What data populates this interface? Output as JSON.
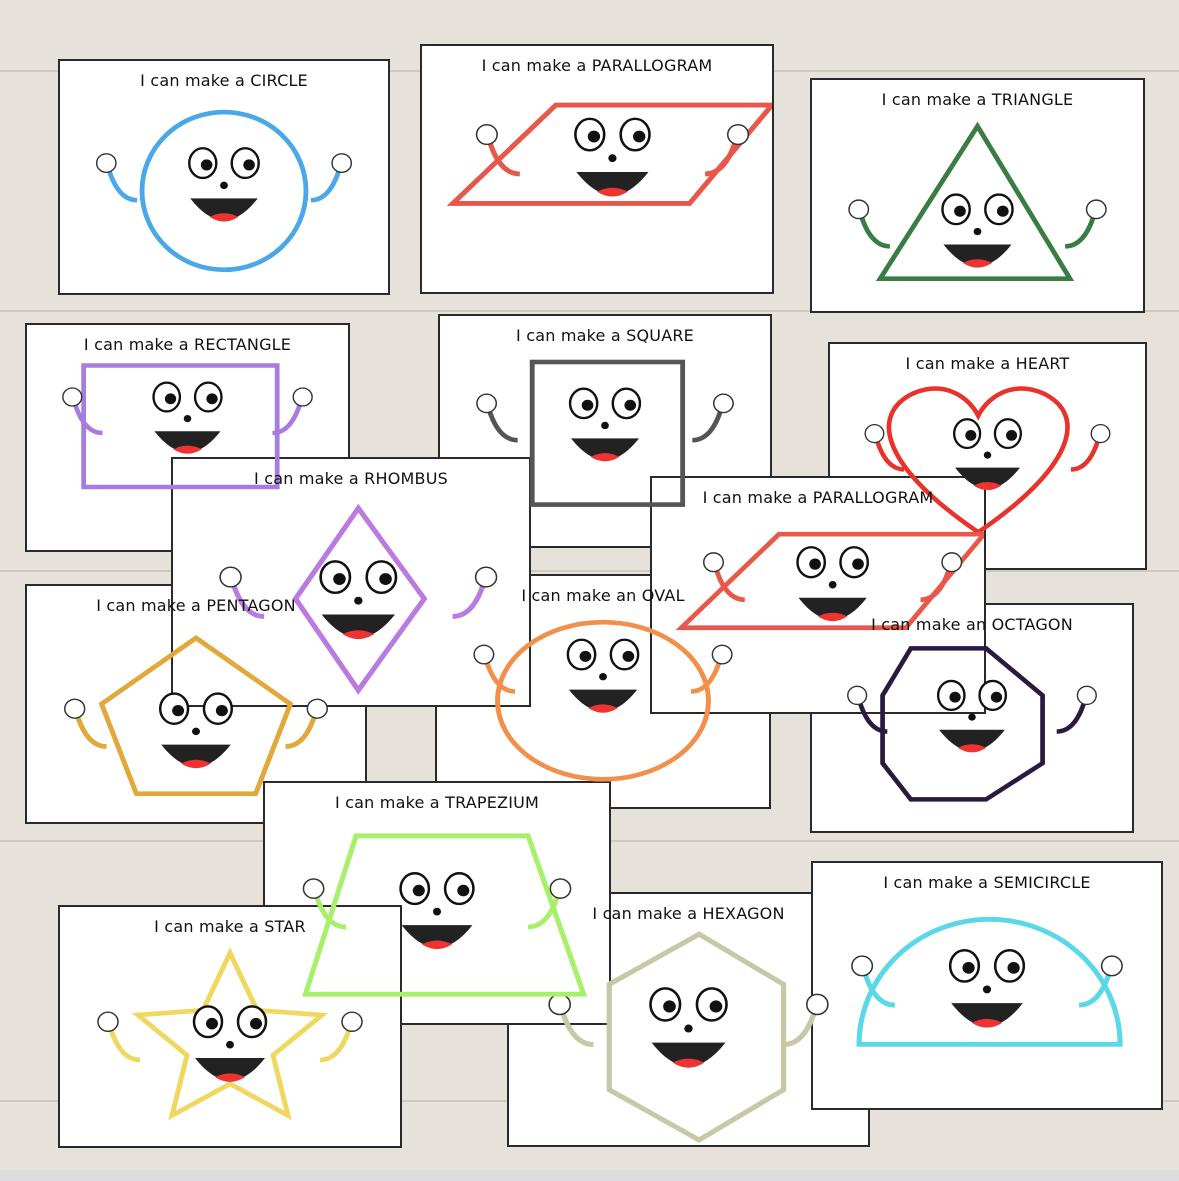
{
  "cards": [
    {
      "title": "I can make a CIRCLE",
      "shape": "circle",
      "color": "#4aa8e8"
    },
    {
      "title": "I can make a PARALLOGRAM",
      "shape": "parallelogram",
      "color": "#e8584a"
    },
    {
      "title": "I can make a TRIANGLE",
      "shape": "triangle",
      "color": "#3a7d44"
    },
    {
      "title": "I can make a RECTANGLE",
      "shape": "rectangle",
      "color": "#a77be0"
    },
    {
      "title": "I can make a SQUARE",
      "shape": "square",
      "color": "#555555"
    },
    {
      "title": "I can make a HEART",
      "shape": "heart",
      "color": "#e8322c"
    },
    {
      "title": "I can make a PENTAGON",
      "shape": "pentagon",
      "color": "#e0a93a"
    },
    {
      "title": "I can make an OVAL",
      "shape": "oval",
      "color": "#f0904a"
    },
    {
      "title": "I can make an OCTAGON",
      "shape": "octagon",
      "color": "#2a1a40"
    },
    {
      "title": "I can make a RHOMBUS",
      "shape": "rhombus",
      "color": "#b97be0"
    },
    {
      "title": "I can make a PARALLOGRAM",
      "shape": "parallelogram",
      "color": "#e8584a"
    },
    {
      "title": "I can make a HEXAGON",
      "shape": "hexagon",
      "color": "#c8c8a8"
    },
    {
      "title": "I can make a TRAPEZIUM",
      "shape": "trapezium",
      "color": "#a6f06a"
    },
    {
      "title": "I can make a STAR",
      "shape": "star",
      "color": "#f0d860"
    },
    {
      "title": "I can make a SEMICIRCLE",
      "shape": "semicircle",
      "color": "#5ad8e8"
    }
  ]
}
